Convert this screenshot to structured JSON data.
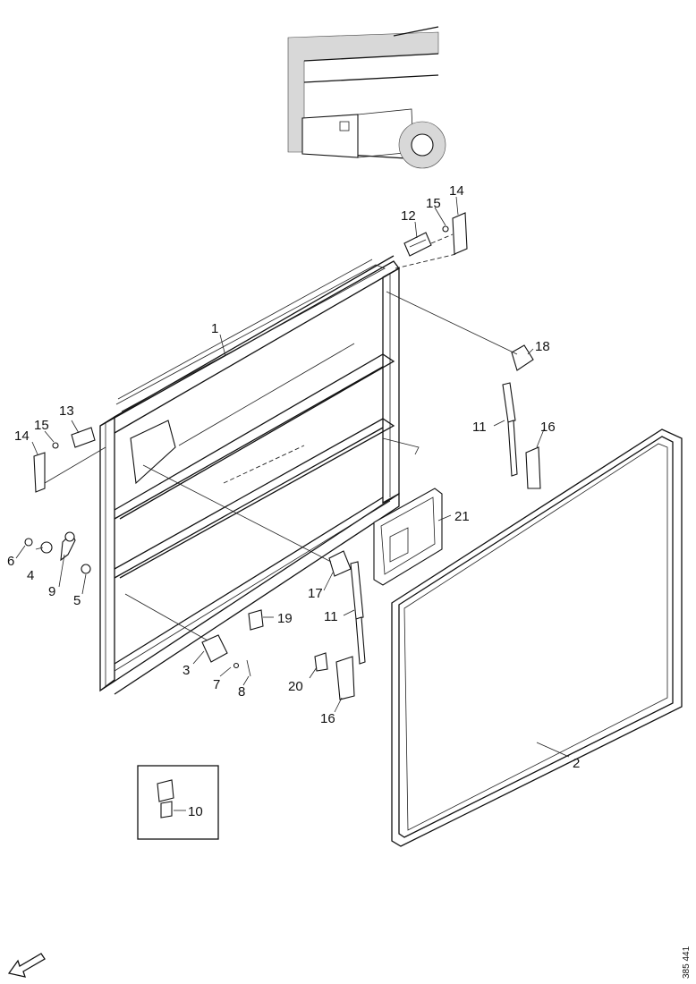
{
  "labels": {
    "p1": "1",
    "p2": "2",
    "p3": "3",
    "p4": "4",
    "p5": "5",
    "p6": "6",
    "p7": "7",
    "p8": "8",
    "p9": "9",
    "p10": "10",
    "p11a": "11",
    "p11b": "11",
    "p12": "12",
    "p13": "13",
    "p14a": "14",
    "p14b": "14",
    "p15a": "15",
    "p15b": "15",
    "p16a": "16",
    "p16b": "16",
    "p17": "17",
    "p18": "18",
    "p19": "19",
    "p20": "20",
    "p21": "21"
  },
  "reference_code": "385 441"
}
